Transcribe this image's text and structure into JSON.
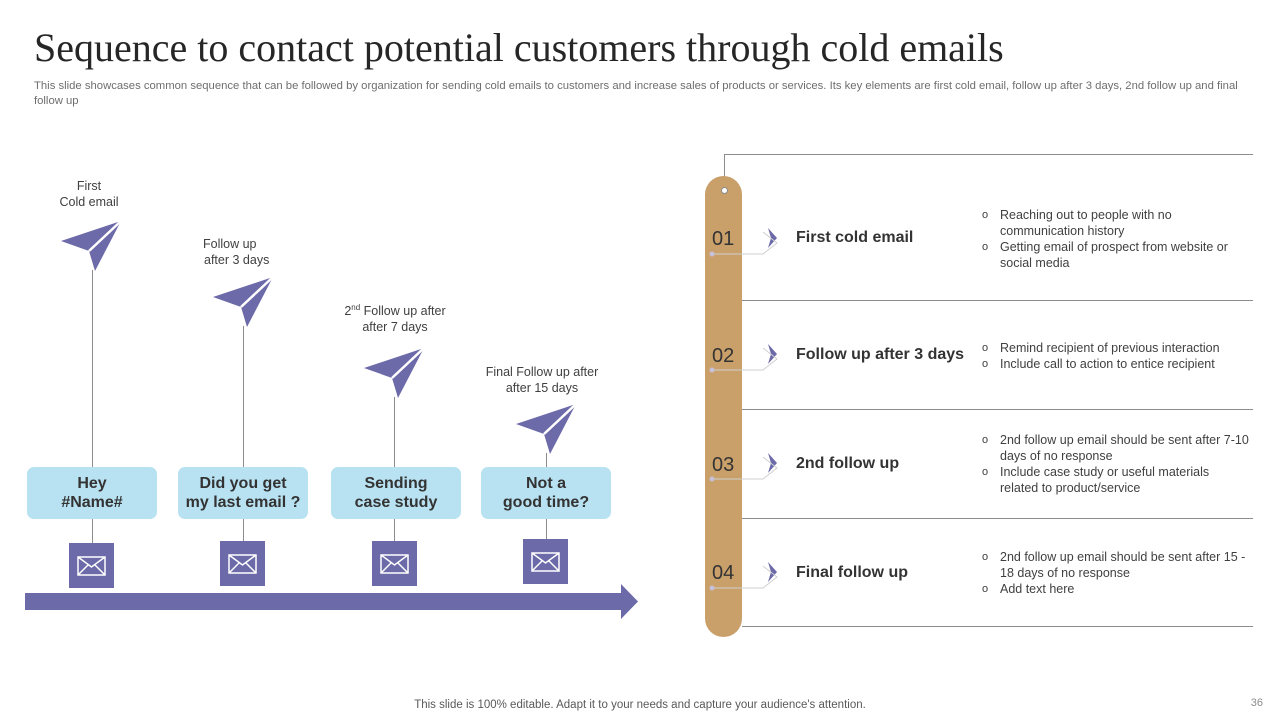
{
  "title": "Sequence to contact potential customers through cold emails",
  "subtitle": "This slide showcases common sequence that can be followed by organization for sending cold emails to customers and increase sales of products or services. Its key elements are first cold email, follow up after 3 days, 2nd follow up and final follow up",
  "left_steps": [
    {
      "label_line1": "First",
      "label_line2": "Cold email",
      "bubble_line1": "Hey",
      "bubble_line2": "#Name#"
    },
    {
      "label_line1": "Follow up",
      "label_line2": "after 3 days",
      "bubble_line1": "Did you get",
      "bubble_line2": "my last email ?"
    },
    {
      "label_sup": "nd",
      "label_pre": "2",
      "label_line1": " Follow up after",
      "label_line2": "after 7 days",
      "bubble_line1": "Sending",
      "bubble_line2": "case study"
    },
    {
      "label_line1": "Final Follow up after",
      "label_line2": "after 15 days",
      "bubble_line1": "Not a",
      "bubble_line2": "good time?"
    }
  ],
  "timeline": [
    {
      "number": "01",
      "title": "First cold email",
      "bullets": [
        "Reaching out to people with no communication history",
        "Getting email of prospect from website or social media"
      ]
    },
    {
      "number": "02",
      "title": "Follow up after 3 days",
      "bullets": [
        "Remind recipient of previous  interaction",
        "Include call to action to entice recipient"
      ]
    },
    {
      "number": "03",
      "title": "2nd follow up",
      "bullets": [
        "2nd follow up email should be sent after 7-10 days of no response",
        "Include case study or useful materials related to product/service"
      ]
    },
    {
      "number": "04",
      "title": "Final follow up",
      "bullets": [
        "2nd follow up email should be sent after 15 - 18 days of no response",
        "Add text here"
      ]
    }
  ],
  "icons": {
    "plane": "paper-plane-icon",
    "mail": "envelope-icon",
    "chevron": "chevron-right-icon"
  },
  "colors": {
    "accent_purple": "#6c6aa8",
    "bubble_blue": "#b8e2f2",
    "pill_tan": "#c9a06a"
  },
  "footer": "This slide is 100% editable. Adapt it to your needs and capture your audience's attention.",
  "page_number": "36"
}
